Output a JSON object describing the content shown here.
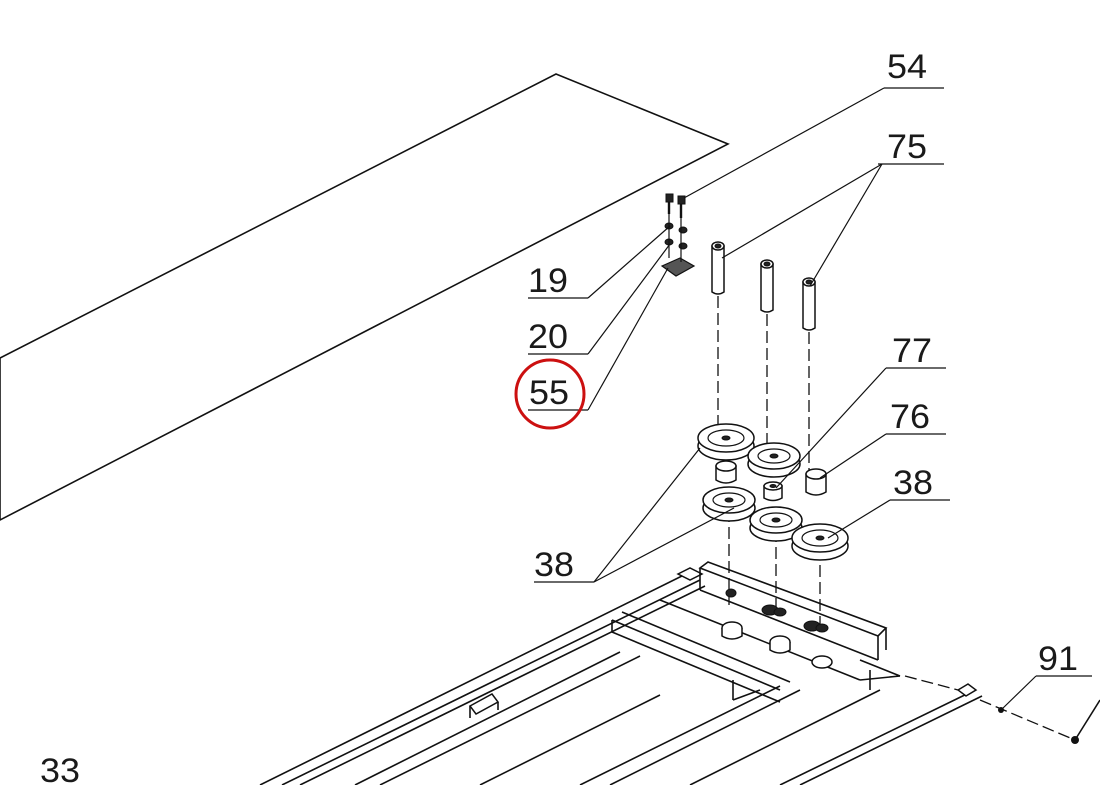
{
  "diagram": {
    "callouts": {
      "c54": "54",
      "c75": "75",
      "c19": "19",
      "c20": "20",
      "c55": "55",
      "c77": "77",
      "c76": "76",
      "c38a": "38",
      "c38b": "38",
      "c91": "91",
      "c33": "33"
    },
    "highlight": {
      "target": "55",
      "color": "#cc1010"
    },
    "colors": {
      "line": "#111111",
      "background": "#ffffff"
    }
  }
}
